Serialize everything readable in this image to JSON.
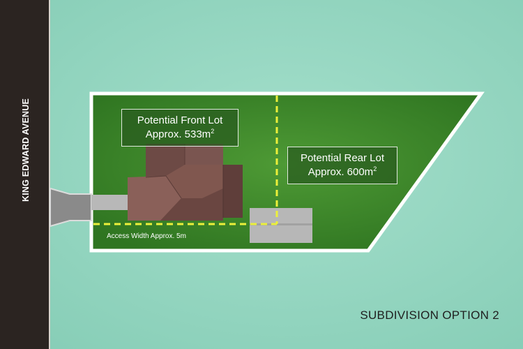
{
  "road": {
    "name": "KING EDWARD AVENUE"
  },
  "front_lot": {
    "title": "Potential Front Lot",
    "area_prefix": "Approx. 533m",
    "area_unit_power": "2"
  },
  "rear_lot": {
    "title": "Potential Rear Lot",
    "area_prefix": "Approx. 600m",
    "area_unit_power": "2"
  },
  "access": {
    "label": "Access Width Approx. 5m"
  },
  "option": {
    "label": "SUBDIVISION OPTION 2"
  },
  "colors": {
    "background": "#8fd3bd",
    "road": "#2b2421",
    "lawn": "#3f8a2c",
    "boundary": "#ffffff",
    "subdivision_line": "#ecf03a",
    "roof": "#7a5550",
    "driveway": "#b9b9b9"
  }
}
